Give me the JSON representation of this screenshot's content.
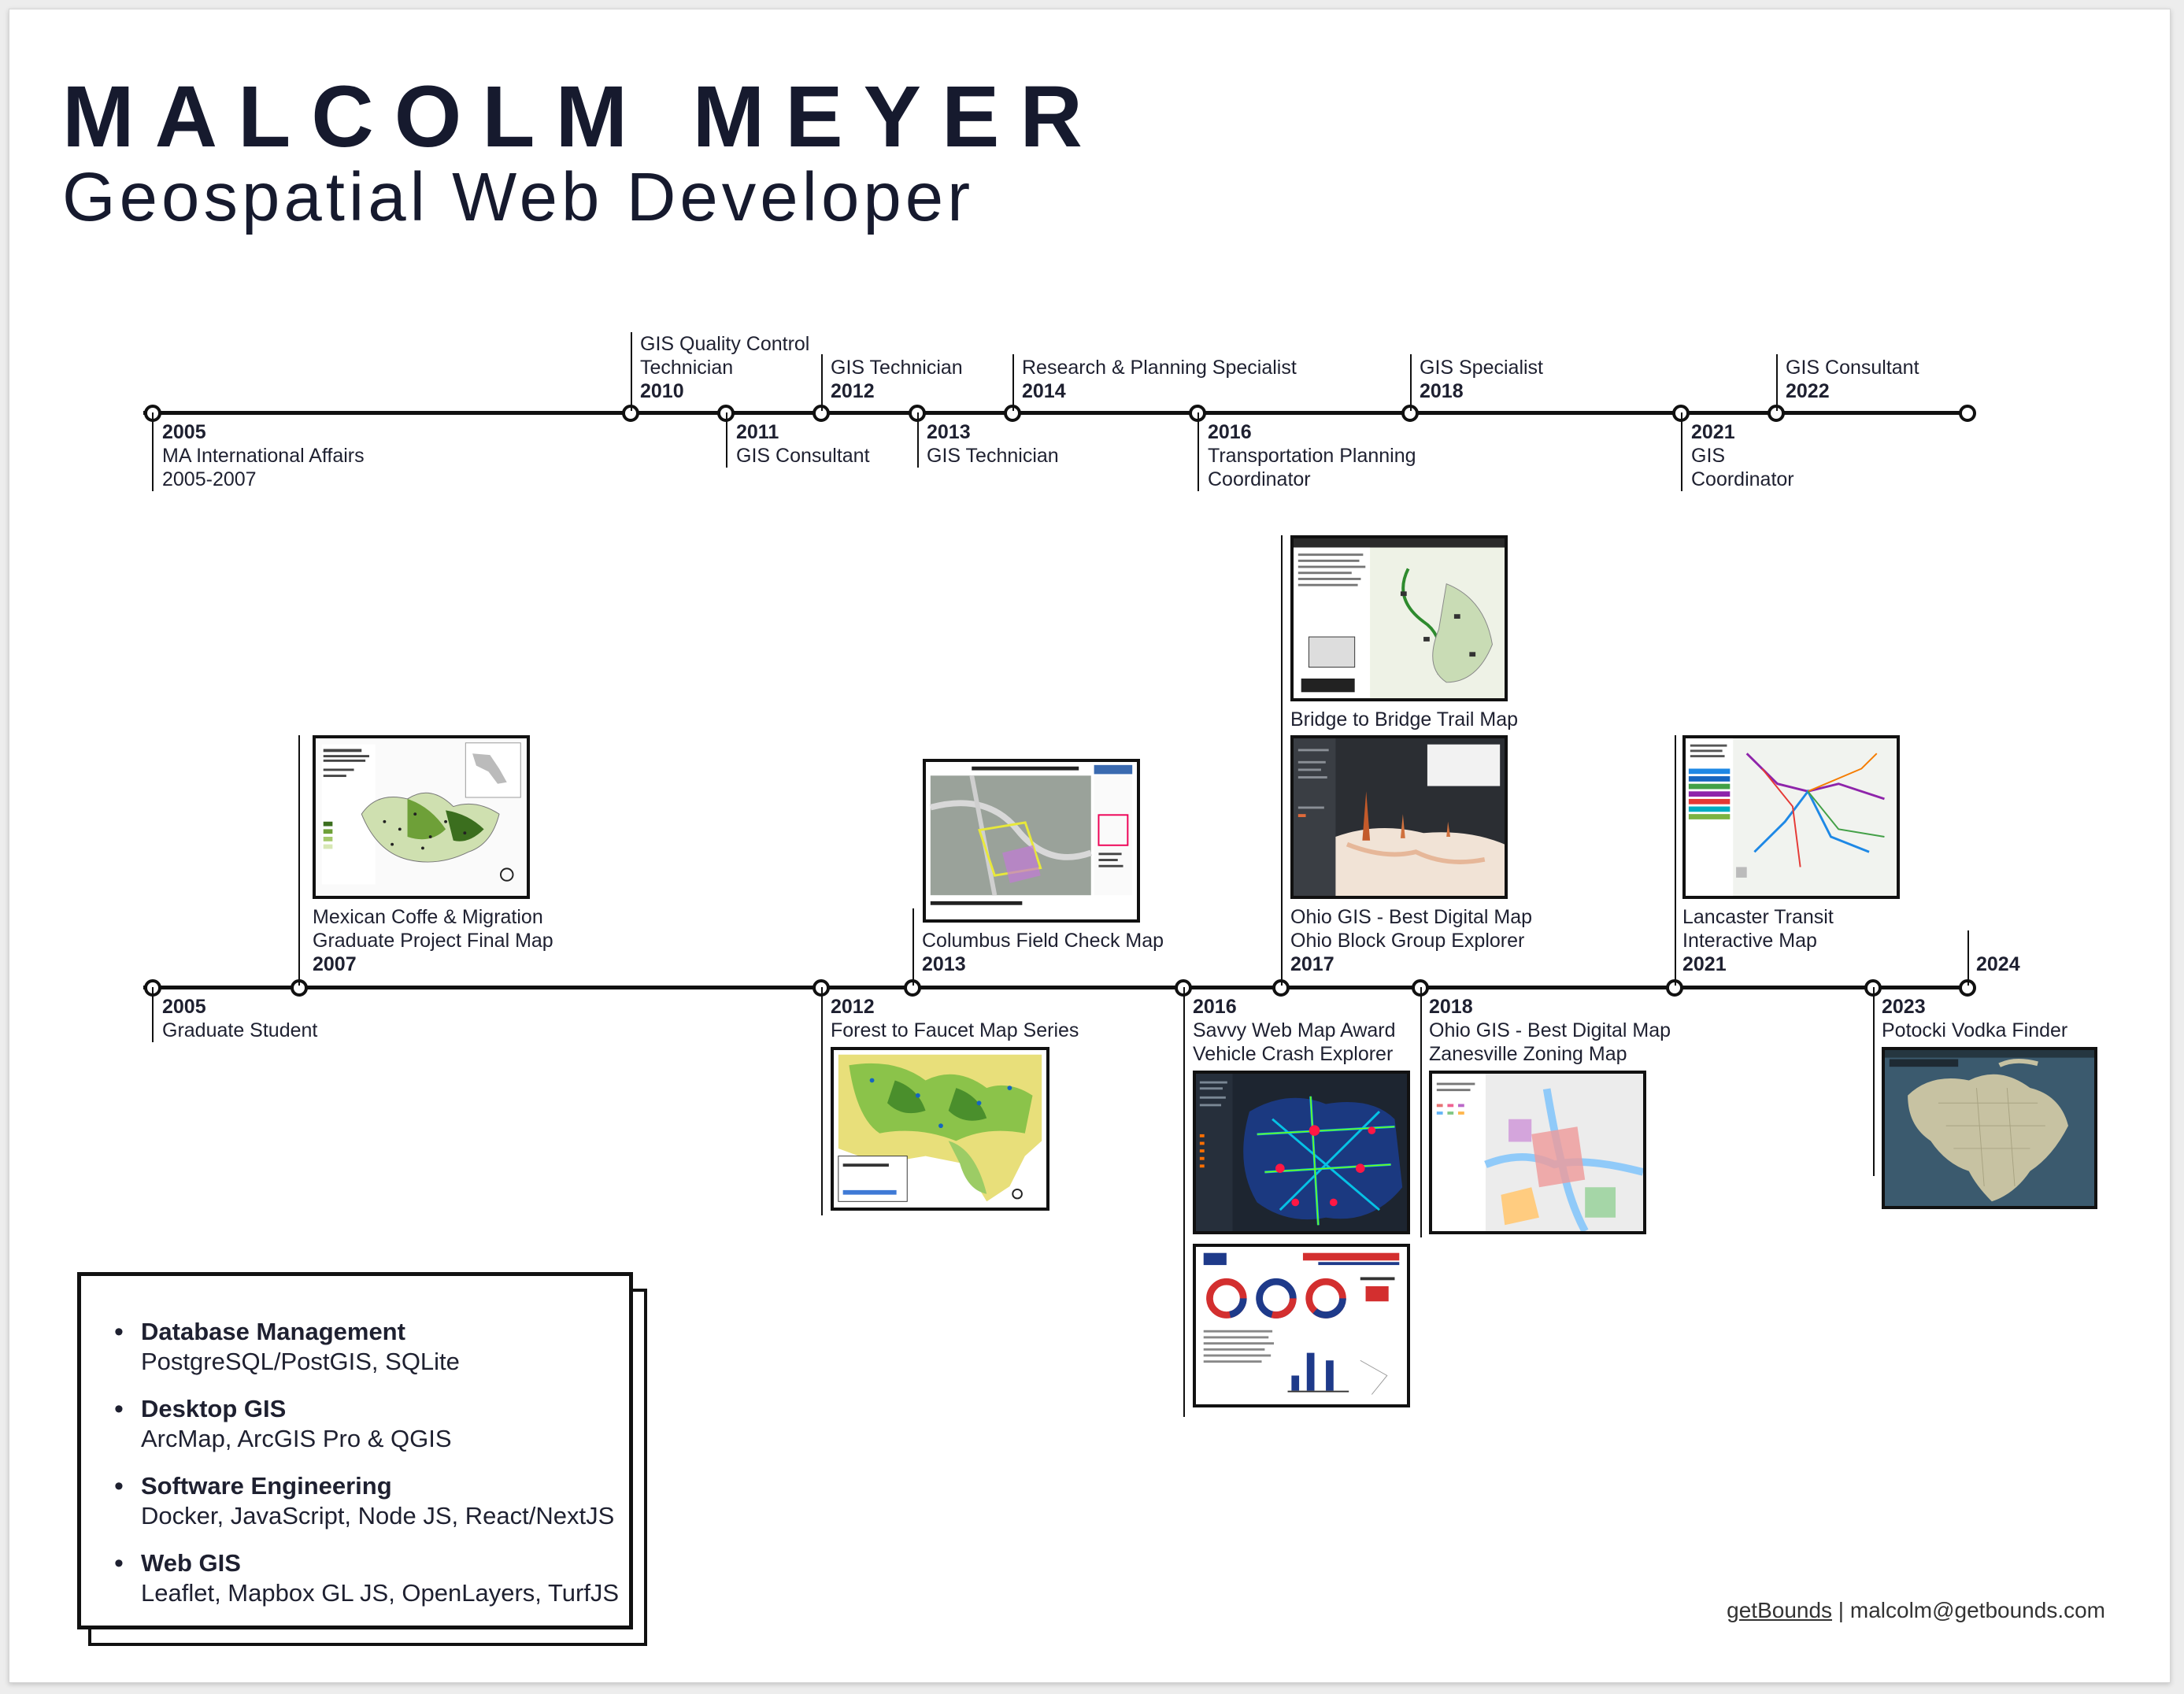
{
  "header": {
    "name": "MALCOLM MEYER",
    "title": "Geospatial Web Developer"
  },
  "career_timeline": {
    "events": [
      {
        "year": "2005",
        "lines": [
          "MA International Affairs",
          "2005-2007"
        ]
      },
      {
        "year": "2010",
        "lines": [
          "GIS Quality Control",
          "Technician"
        ]
      },
      {
        "year": "2011",
        "lines": [
          "GIS Consultant"
        ]
      },
      {
        "year": "2012",
        "lines": [
          "GIS Technician"
        ]
      },
      {
        "year": "2013",
        "lines": [
          "GIS Technician"
        ]
      },
      {
        "year": "2014",
        "lines": [
          "Research & Planning Specialist"
        ]
      },
      {
        "year": "2016",
        "lines": [
          "Transportation Planning",
          "Coordinator"
        ]
      },
      {
        "year": "2018",
        "lines": [
          "GIS Specialist"
        ]
      },
      {
        "year": "2021",
        "lines": [
          "GIS",
          "Coordinator"
        ]
      },
      {
        "year": "2022",
        "lines": [
          "GIS Consultant"
        ]
      }
    ]
  },
  "projects_timeline": {
    "events": [
      {
        "year": "2005",
        "lines": [
          "Graduate Student"
        ]
      },
      {
        "year": "2007",
        "lines": [
          "Mexican Coffe & Migration",
          "Graduate Project Final Map"
        ]
      },
      {
        "year": "2012",
        "lines": [
          "Forest to Faucet Map Series"
        ]
      },
      {
        "year": "2013",
        "lines": [
          "Columbus Field Check Map"
        ]
      },
      {
        "year": "2016",
        "lines": [
          "Savvy Web Map Award",
          "Vehicle Crash Explorer"
        ]
      },
      {
        "year": "2017",
        "lines": [
          "Ohio GIS - Best Digital Map",
          "Ohio Block Group Explorer"
        ]
      },
      {
        "year": "2018",
        "lines": [
          "Ohio GIS - Best Digital Map",
          "Zanesville Zoning Map"
        ]
      },
      {
        "year": "2021",
        "lines": [
          "Lancaster Transit",
          "Interactive Map"
        ]
      },
      {
        "year": "2023",
        "lines": [
          "Potocki Vodka Finder"
        ]
      },
      {
        "year": "2024",
        "lines": []
      }
    ],
    "extra_label": "Bridge to Bridge Trail Map"
  },
  "thumbnails": [
    {
      "icon": "map-thumbnail-mexico-coffee-migration"
    },
    {
      "icon": "map-thumbnail-columbus-field-check"
    },
    {
      "icon": "map-thumbnail-bridge-to-bridge-trail"
    },
    {
      "icon": "map-thumbnail-ohio-block-group-explorer"
    },
    {
      "icon": "map-thumbnail-lancaster-transit"
    },
    {
      "icon": "map-thumbnail-forest-to-faucet"
    },
    {
      "icon": "map-thumbnail-vehicle-crash-explorer"
    },
    {
      "icon": "map-thumbnail-safety-snapshot"
    },
    {
      "icon": "map-thumbnail-zanesville-zoning"
    },
    {
      "icon": "map-thumbnail-potocki-vodka-finder"
    }
  ],
  "skills": [
    {
      "title": "Database Management",
      "detail": "PostgreSQL/PostGIS, SQLite"
    },
    {
      "title": "Desktop GIS",
      "detail": "ArcMap, ArcGIS Pro & QGIS"
    },
    {
      "title": "Software Engineering",
      "detail": "Docker, JavaScript, Node JS, React/NextJS"
    },
    {
      "title": "Web GIS",
      "detail": "Leaflet, Mapbox GL JS, OpenLayers, TurfJS"
    }
  ],
  "footer": {
    "link": "getBounds",
    "separator": " | ",
    "email": "malcolm@getbounds.com"
  },
  "colors": {
    "ink": "#161a2e",
    "line": "#111111",
    "accent_red": "#d32f2f",
    "map_green": "#8bc34a"
  }
}
